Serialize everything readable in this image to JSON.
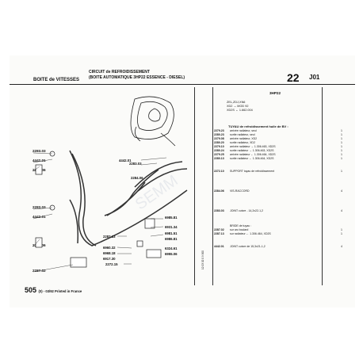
{
  "header": {
    "left_title": "BOITE de VITESSES",
    "circuit_line1": "CIRCUIT de REFROIDISSEMENT",
    "circuit_line2": "(BOITE AUTOMATIQUE 3HP22 ESSENCE - DIESEL)",
    "page_number": "22",
    "page_code": "J01"
  },
  "right_block": {
    "model": "3HP22",
    "codes": [
      "ZEL,ZDJ,XN6",
      "XD2 → MOD 92",
      "XD2S ← 1.662.004"
    ],
    "title": "TUYAU de refroidissement huile de BV :",
    "rows": [
      {
        "pn": "2279.23",
        "desc": "arrivée radiateur, seul",
        "qty": "1"
      },
      {
        "pn": "2280.23",
        "desc": "sortie radiateur, seul",
        "qty": "1"
      },
      {
        "pn": "2279.08",
        "desc": "arrivée radiateur, XD2",
        "qty": "1"
      },
      {
        "pn": "2280.20",
        "desc": "sortie radiateur, XD2",
        "qty": "1"
      },
      {
        "pn": "2279.10",
        "desc": "arrivée radiateur → 1.306.463, XD2S",
        "qty": "1"
      },
      {
        "pn": "2280.24",
        "desc": "sortie radiateur → 1.306.463, XD2S",
        "qty": "1"
      },
      {
        "pn": "2279.25",
        "desc": "arrivée radiateur ← 1.306.464, XD2S",
        "qty": "1"
      },
      {
        "pn": "2280.13",
        "desc": "sortie radiateur ← 1.306.464, XD2S",
        "qty": "1"
      },
      {
        "pn": "2272.10",
        "desc": "SUPPORT tuyau de refroidissement",
        "qty": "1"
      },
      {
        "pn": "2284.06",
        "desc": "VIS-RACCORD",
        "qty": "4"
      },
      {
        "pn": "2283.03",
        "desc": "JOINT cuivre - 14,2x22-1,2",
        "qty": "4"
      },
      {
        "pn": "",
        "desc": "BRIDE de tuyau :",
        "qty": ""
      },
      {
        "pn": "2287.02",
        "desc": "sur arc boulard",
        "qty": "1"
      },
      {
        "pn": "2287.13",
        "desc": "sur radiateur ← 1.306.464, XD2S",
        "qty": "1"
      },
      {
        "pn": "4442.01",
        "desc": "JOINT cuivre de 15,3x21-1,2",
        "qty": "4"
      }
    ]
  },
  "left_numbers": [
    "2283.03",
    "4442.01",
    "2284.06",
    "2283.03",
    "4442.01",
    "2284.06",
    "2287.02"
  ],
  "diagram_labels": [
    "2283.03",
    "4442.01",
    "2284.06",
    "6985.81",
    "6931.34",
    "6981.51",
    "6986.81",
    "2287.13",
    "6960.32",
    "6968.18",
    "6917.30",
    "6324.61",
    "6955.06",
    "2272.15"
  ],
  "footer": {
    "page": "505",
    "detail": "(0) - 03/92 Printed in France"
  },
  "watermark": "SEMM",
  "stamp": "12 03 02 0 9  900"
}
